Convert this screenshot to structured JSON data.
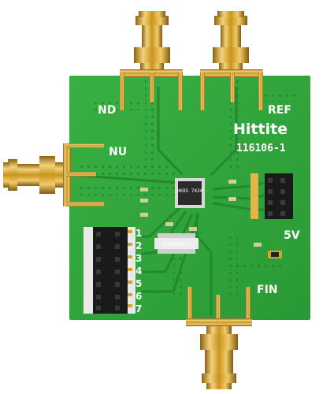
{
  "board": {
    "brand_logo": "Hittite",
    "part_number": "116106-1",
    "port_labels": {
      "nd": "ND",
      "ref": "REF",
      "nu": "NU",
      "fin": "FIN",
      "supply": "5V"
    },
    "header_pins": [
      "1",
      "2",
      "3",
      "4",
      "5",
      "6",
      "7"
    ],
    "main_chip_marking": "H695 7434",
    "label_chip_marking": "1103GP713"
  },
  "colors": {
    "pcb": "#2fa43a",
    "pcb_dark": "#1d7a26",
    "gold": "#d6a431",
    "silkscreen": "#ffffff",
    "header_black": "#1a1a1a"
  }
}
